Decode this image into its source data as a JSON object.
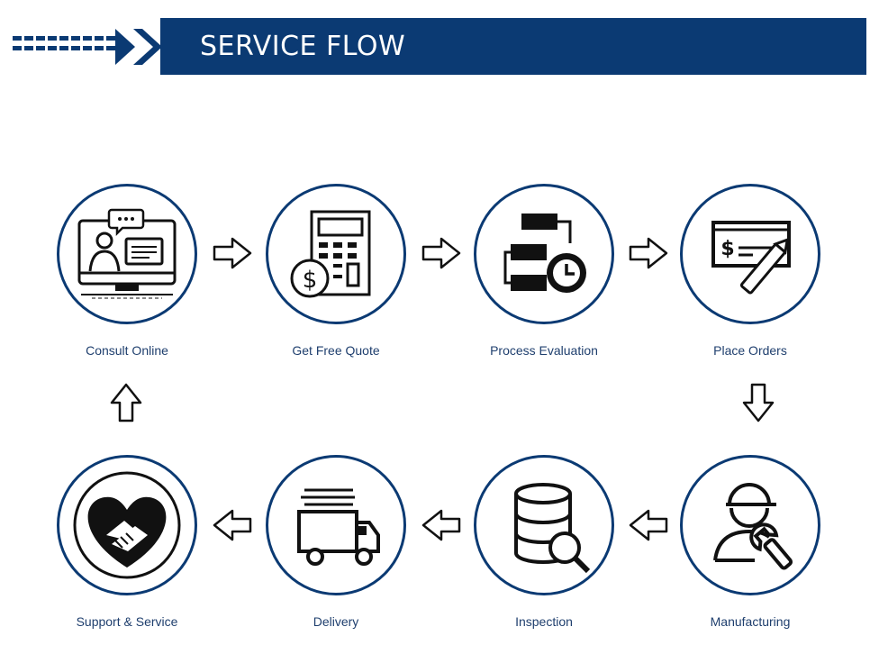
{
  "header": {
    "title": "SERVICE FLOW"
  },
  "steps": [
    {
      "label": "Consult Online",
      "icon": "consult-online-icon"
    },
    {
      "label": "Get Free Quote",
      "icon": "calculator-dollar-icon"
    },
    {
      "label": "Process Evaluation",
      "icon": "process-clock-icon"
    },
    {
      "label": "Place Orders",
      "icon": "check-pen-icon"
    },
    {
      "label": "Manufacturing",
      "icon": "worker-wrench-icon"
    },
    {
      "label": "Inspection",
      "icon": "database-search-icon"
    },
    {
      "label": "Delivery",
      "icon": "truck-icon"
    },
    {
      "label": "Support & Service",
      "icon": "handshake-heart-icon"
    }
  ],
  "colors": {
    "brand": "#0b3a73",
    "label": "#1f3f6e"
  }
}
